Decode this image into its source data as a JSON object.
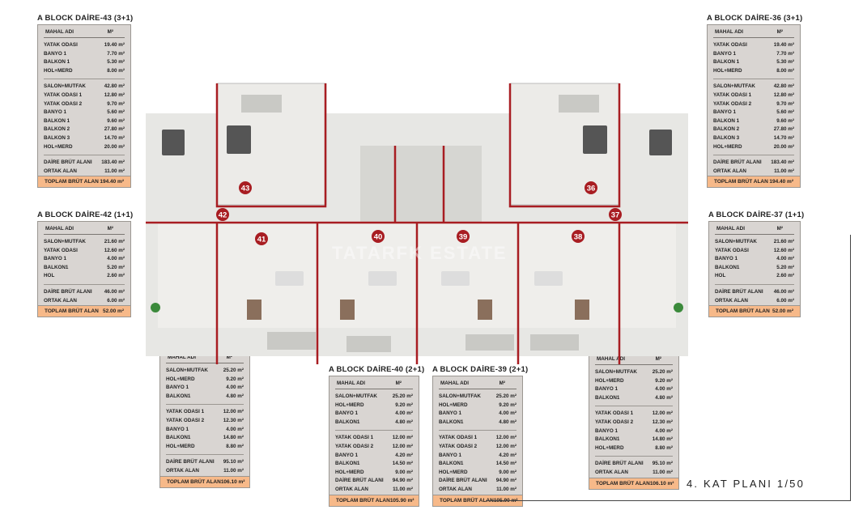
{
  "plan_title": "4. KAT PLANI 1/50",
  "watermark": "TATARFK ESTATE",
  "colors": {
    "wall": "#a81d22",
    "table_bg": "#d9d5d2",
    "total_bg": "#f7b989",
    "badge": "#a81d22",
    "floor": "#e9e9e6"
  },
  "unit_badges": [
    "43",
    "42",
    "41",
    "40",
    "39",
    "38",
    "37",
    "36"
  ],
  "blocks": [
    {
      "id": "d43",
      "title": "A BLOCK DAİRE-43  (3+1)",
      "header": [
        "MAHAL ADI",
        "M²"
      ],
      "groups": [
        [
          [
            "YATAK ODASI",
            "19.40 m²"
          ],
          [
            "BANYO 1",
            "7.70 m²"
          ],
          [
            "BALKON 1",
            "5.30 m²"
          ],
          [
            "HOL+MERD",
            "8.00 m²"
          ]
        ],
        [
          [
            "SALON+MUTFAK",
            "42.80 m²"
          ],
          [
            "YATAK ODASI 1",
            "12.80 m²"
          ],
          [
            "YATAK ODASI 2",
            "9.70 m²"
          ],
          [
            "BANYO 1",
            "5.60 m²"
          ],
          [
            "BALKON 1",
            "9.60 m²"
          ],
          [
            "BALKON 2",
            "27.80 m²"
          ],
          [
            "BALKON  3",
            "14.70 m²"
          ],
          [
            "HOL+MERD",
            "20.00 m²"
          ]
        ],
        [
          [
            "DAİRE BRÜT ALANI",
            "183.40 m²"
          ],
          [
            "ORTAK ALAN",
            "11.00 m²"
          ]
        ]
      ],
      "total": [
        "TOPLAM BRÜT ALAN",
        "194.40 m²"
      ]
    },
    {
      "id": "d36",
      "title": "A BLOCK DAİRE-36  (3+1)",
      "header": [
        "MAHAL ADI",
        "M²"
      ],
      "groups": [
        [
          [
            "YATAK ODASI",
            "19.40 m²"
          ],
          [
            "BANYO 1",
            "7.70 m²"
          ],
          [
            "BALKON 1",
            "5.30 m²"
          ],
          [
            "HOL+MERD",
            "8.00 m²"
          ]
        ],
        [
          [
            "SALON+MUTFAK",
            "42.80 m²"
          ],
          [
            "YATAK ODASI 1",
            "12.80 m²"
          ],
          [
            "YATAK ODASI 2",
            "9.70 m²"
          ],
          [
            "BANYO 1",
            "5.60 m²"
          ],
          [
            "BALKON 1",
            "9.60 m²"
          ],
          [
            "BALKON 2",
            "27.80 m²"
          ],
          [
            "BALKON  3",
            "14.70 m²"
          ],
          [
            "HOL+MERD",
            "20.00 m²"
          ]
        ],
        [
          [
            "DAİRE BRÜT ALANI",
            "183.40 m²"
          ],
          [
            "ORTAK ALAN",
            "11.00 m²"
          ]
        ]
      ],
      "total": [
        "TOPLAM BRÜT ALAN",
        "194.40 m²"
      ]
    },
    {
      "id": "d42",
      "title": "A BLOCK DAİRE-42  (1+1)",
      "header": [
        "MAHAL ADI",
        "M²"
      ],
      "groups": [
        [
          [
            "SALON+MUTFAK",
            "21.60 m²"
          ],
          [
            "YATAK ODASI",
            "12.60 m²"
          ],
          [
            "BANYO 1",
            "4.00 m²"
          ],
          [
            "BALKON1",
            "5.20 m²"
          ],
          [
            "HOL",
            "2.60 m²"
          ]
        ],
        [
          [
            "DAİRE BRÜT ALANI",
            "46.00 m²"
          ],
          [
            "ORTAK ALAN",
            "6.00 m²"
          ]
        ]
      ],
      "total": [
        "TOPLAM BRÜT ALAN",
        "52.00 m²"
      ]
    },
    {
      "id": "d37",
      "title": "A BLOCK DAİRE-37  (1+1)",
      "header": [
        "MAHAL ADI",
        "M²"
      ],
      "groups": [
        [
          [
            "SALON+MUTFAK",
            "21.60 m²"
          ],
          [
            "YATAK ODASI",
            "12.60 m²"
          ],
          [
            "BANYO 1",
            "4.00 m²"
          ],
          [
            "BALKON1",
            "5.20 m²"
          ],
          [
            "HOL",
            "2.60 m²"
          ]
        ],
        [
          [
            "DAİRE BRÜT ALANI",
            "46.00 m²"
          ],
          [
            "ORTAK ALAN",
            "6.00 m²"
          ]
        ]
      ],
      "total": [
        "TOPLAM BRÜT ALAN",
        "52.00 m²"
      ]
    },
    {
      "id": "d38a",
      "title": "A BLOCK DAİRE-38  (2+1)",
      "header": [
        "MAHAL ADI",
        "M²"
      ],
      "groups": [
        [
          [
            "SALON+MUTFAK",
            "25.20 m²"
          ],
          [
            "HOL+MERD",
            "9.20 m²"
          ],
          [
            "BANYO 1",
            "4.00 m²"
          ],
          [
            "BALKON1",
            "4.80 m²"
          ]
        ],
        [
          [
            "YATAK ODASI 1",
            "12.00 m²"
          ],
          [
            "YATAK ODASI 2",
            "12.30 m²"
          ],
          [
            "BANYO 1",
            "4.00 m²"
          ],
          [
            "BALKON1",
            "14.80 m²"
          ],
          [
            "HOL+MERD",
            "8.80 m²"
          ]
        ],
        [
          [
            "DAİRE BRÜT ALANI",
            "95.10 m²"
          ],
          [
            "ORTAK ALAN",
            "11.00 m²"
          ]
        ]
      ],
      "total": [
        "TOPLAM BRÜT ALAN",
        "106.10 m²"
      ]
    },
    {
      "id": "d40",
      "title": "A BLOCK DAİRE-40  (2+1)",
      "header": [
        "MAHAL ADI",
        "M²"
      ],
      "groups": [
        [
          [
            "SALON+MUTFAK",
            "25.20 m²"
          ],
          [
            "HOL+MERD",
            "9.20 m²"
          ],
          [
            "BANYO 1",
            "4.00 m²"
          ],
          [
            "BALKON1",
            "4.80 m²"
          ]
        ],
        [
          [
            "YATAK ODASI 1",
            "12.00 m²"
          ],
          [
            "YATAK ODASI 2",
            "12.00 m²"
          ],
          [
            "BANYO 1",
            "4.20 m²"
          ],
          [
            "BALKON1",
            "14.50 m²"
          ],
          [
            "HOL+MERD",
            "9.00 m²"
          ],
          [
            "DAİRE BRÜT ALANI",
            "94.90 m²"
          ],
          [
            "ORTAK ALAN",
            "11.00 m²"
          ]
        ]
      ],
      "total": [
        "TOPLAM BRÜT ALAN",
        "105.90 m²"
      ]
    },
    {
      "id": "d39",
      "title": "A BLOCK DAİRE-39  (2+1)",
      "header": [
        "MAHAL ADI",
        "M²"
      ],
      "groups": [
        [
          [
            "SALON+MUTFAK",
            "25.20 m²"
          ],
          [
            "HOL+MERD",
            "9.20 m²"
          ],
          [
            "BANYO 1",
            "4.00 m²"
          ],
          [
            "BALKON1",
            "4.80 m²"
          ]
        ],
        [
          [
            "YATAK ODASI 1",
            "12.00 m²"
          ],
          [
            "YATAK ODASI 2",
            "12.00 m²"
          ],
          [
            "BANYO 1",
            "4.20 m²"
          ],
          [
            "BALKON1",
            "14.50 m²"
          ],
          [
            "HOL+MERD",
            "9.00 m²"
          ],
          [
            "DAİRE BRÜT ALANI",
            "94.90 m²"
          ],
          [
            "ORTAK ALAN",
            "11.00 m²"
          ]
        ]
      ],
      "total": [
        "TOPLAM BRÜT ALAN",
        "105.90 m²"
      ]
    },
    {
      "id": "d38b",
      "title": "A BLOCK DAİRE-38  (2+1)",
      "header": [
        "MAHAL ADI",
        "M²"
      ],
      "groups": [
        [
          [
            "SALON+MUTFAK",
            "25.20 m²"
          ],
          [
            "HOL+MERD",
            "9.20 m²"
          ],
          [
            "BANYO 1",
            "4.00 m²"
          ],
          [
            "BALKON1",
            "4.80 m²"
          ]
        ],
        [
          [
            "YATAK ODASI 1",
            "12.00 m²"
          ],
          [
            "YATAK ODASI 2",
            "12.30 m²"
          ],
          [
            "BANYO 1",
            "4.00 m²"
          ],
          [
            "BALKON1",
            "14.80 m²"
          ],
          [
            "HOL+MERD",
            "8.80 m²"
          ]
        ],
        [
          [
            "DAİRE BRÜT ALANI",
            "95.10 m²"
          ],
          [
            "ORTAK ALAN",
            "11.00 m²"
          ]
        ]
      ],
      "total": [
        "TOPLAM BRÜT ALAN",
        "106.10 m²"
      ]
    }
  ]
}
